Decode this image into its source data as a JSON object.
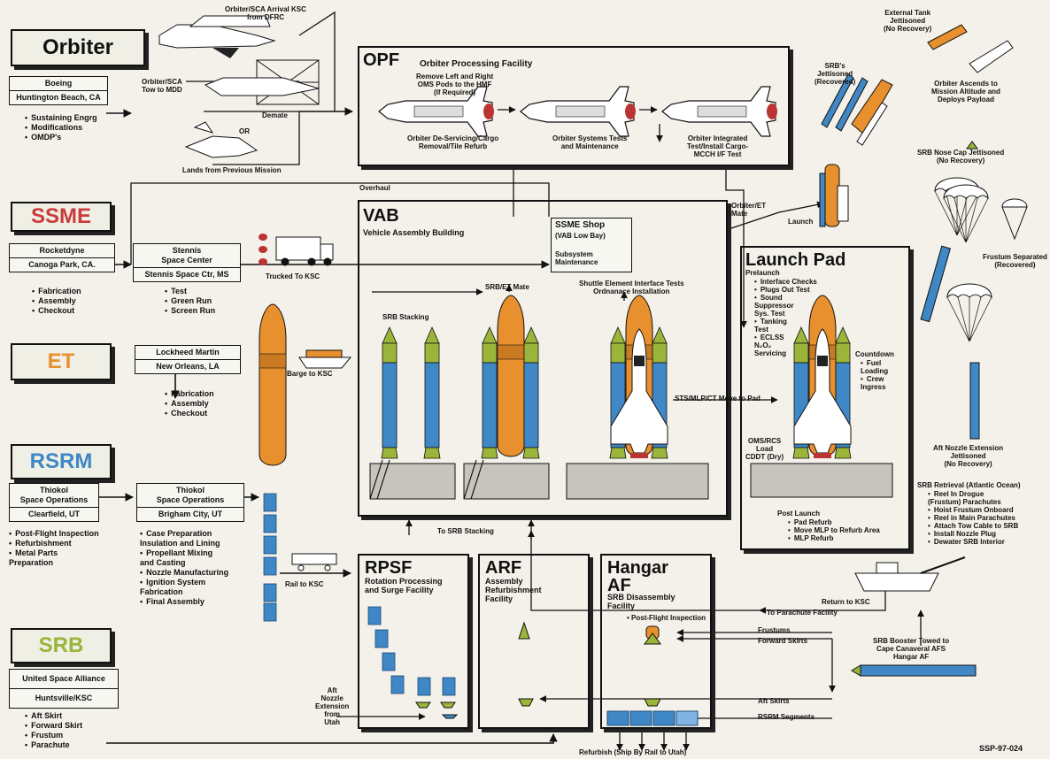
{
  "contractors": {
    "orbiter": {
      "label": "Orbiter",
      "color": "#111111",
      "company": "Boeing",
      "location": "Huntington Beach, CA",
      "items": [
        "Sustaining Engrg",
        "Modifications",
        "OMDP's"
      ]
    },
    "ssme": {
      "label": "SSME",
      "color": "#cc3b3b",
      "company": "Rocketdyne",
      "location": "Canoga Park, CA.",
      "items": [
        "Fabrication",
        "Assembly",
        "Checkout"
      ],
      "site_name": "Stennis\nSpace Center",
      "site_location": "Stennis Space Ctr, MS",
      "site_items": [
        "Test",
        "Green Run",
        "Screen Run"
      ]
    },
    "et": {
      "label": "ET",
      "color": "#e8902e",
      "company": "Lockheed Martin",
      "location": "New Orleans, LA",
      "items": [
        "Fabrication",
        "Assembly",
        "Checkout"
      ]
    },
    "rsrm": {
      "label": "RSRM",
      "color": "#3f87c5",
      "company": "Thiokol\nSpace Operations",
      "location": "Clearfield, UT",
      "items": [
        "Post-Flight Inspection",
        "Refurbishment",
        "Metal Parts\nPreparation"
      ],
      "site_name": "Thiokol\nSpace Operations",
      "site_location": "Brigham City, UT",
      "site_items": [
        "Case Preparation\nInsulation and Lining",
        "Propellant Mixing\nand Casting",
        "Nozzle Manufacturing",
        "Ignition System\nFabrication",
        "Final Assembly"
      ]
    },
    "srb": {
      "label": "SRB",
      "color": "#9bb53a",
      "company": "United Space Alliance",
      "location": "Huntsville/KSC",
      "items": [
        "Aft Skirt",
        "Forward Skirt",
        "Frustum",
        "Parachute"
      ]
    }
  },
  "orbiter_flow": {
    "sca_arrival": "Orbiter/SCA Arrival KSC\nfrom DFRC",
    "sca_tow": "Orbiter/SCA\nTow to MDD",
    "demate": "Demate",
    "or": "OR",
    "lands": "Lands from Previous Mission"
  },
  "opf": {
    "title": "OPF",
    "subtitle": "Orbiter Processing Facility",
    "remove": "Remove Left and Right\nOMS Pods to the HMF\n(If Required)",
    "deservicing": "Orbiter De-Servicing/Cargo\nRemoval/Tile Refurb",
    "systems": "Orbiter Systems Tests\nand Maintenance",
    "integrated": "Orbiter Integrated\nTest/Install Cargo-\nMCCH I/F Test"
  },
  "vab": {
    "title": "VAB",
    "subtitle": "Vehicle Assembly Building",
    "srb_stacking": "SRB Stacking",
    "srb_et_mate": "SRB/ET Mate",
    "shuttle_tests": "Shuttle Element Interface Tests\nOrdnanace Installation",
    "ssme_shop": "SSME Shop",
    "ssme_shop_sub": "(VAB Low Bay)",
    "subsystem": "Subsystem\nMaintenance"
  },
  "links": {
    "overhaul": "Overhaul",
    "trucked": "Trucked To KSC",
    "barge": "Barge to KSC",
    "rail": "Rail to KSC",
    "to_srb_stacking": "To SRB Stacking",
    "move_to_pad": "STS/MLP/CT Move to Pad",
    "orbiter_et_mate": "Orbiter/ET\nMate",
    "launch": "Launch",
    "return_ksc": "Return to KSC",
    "to_parachute": "To Parachute Facility",
    "frustums": "Frustums",
    "forward_skirts": "Forward Skirts",
    "aft_skirts": "Aft Skirts",
    "rsrm_segments": "RSRM Segments",
    "aft_nozzle_utah": "Aft\nNozzle\nExtension\nfrom\nUtah",
    "refurbish": "Refurbish (Ship By Rail to Utah)",
    "ssp": "SSP-97-024"
  },
  "launch_pad": {
    "title": "Launch Pad",
    "prelaunch": "Prelaunch",
    "items": [
      "Interface Checks",
      "Plugs Out Test",
      "Sound\nSuppressor\nSys. Test",
      "Tanking\nTest",
      "ECLSS\nN₂O₂\nServicing"
    ],
    "countdown": "Countdown",
    "countdown_items": [
      "Fuel\nLoading",
      "Crew\nIngress"
    ],
    "oms_load": "OMS/RCS\nLoad\nCDDT (Dry)",
    "post_launch": "Post Launch",
    "post_items": [
      "Pad Refurb",
      "Move MLP to Refurb Area",
      "MLP Refurb"
    ]
  },
  "rpsf": {
    "title": "RPSF",
    "subtitle": "Rotation Processing\nand Surge Facility"
  },
  "arf": {
    "title": "ARF",
    "subtitle": "Assembly\nRefurbishment\nFacility"
  },
  "hangar": {
    "title": "Hangar\nAF",
    "subtitle": "SRB Disassembly\nFacility",
    "item": "Post-Flight Inspection"
  },
  "flight": {
    "et_jettison": "External Tank\nJettisoned\n(No Recovery)",
    "ascends": "Orbiter Ascends to\nMission Altitude and\nDeploys Payload",
    "srbs_jettison": "SRB's\nJettisoned\n(Recovered)",
    "nose_cap": "SRB Nose Cap Jettisoned\n(No Recovery)",
    "frustum_sep": "Frustum Separated\n(Recovered)",
    "aft_nozzle": "Aft Nozzle Extension\nJettisoned\n(No Recovery)",
    "retrieval": "SRB Retrieval (Atlantic Ocean)",
    "retrieval_items": [
      "Reel In Drogue\n(Frustum) Parachutes",
      "Hoist Frustum Onboard",
      "Reel in Main Parachutes",
      "Attach Tow Cable to SRB",
      "Install Nozzle Plug",
      "Dewater SRB Interior"
    ],
    "towed": "SRB Booster Towed to\nCape Canaveral AFS\nHangar AF"
  }
}
